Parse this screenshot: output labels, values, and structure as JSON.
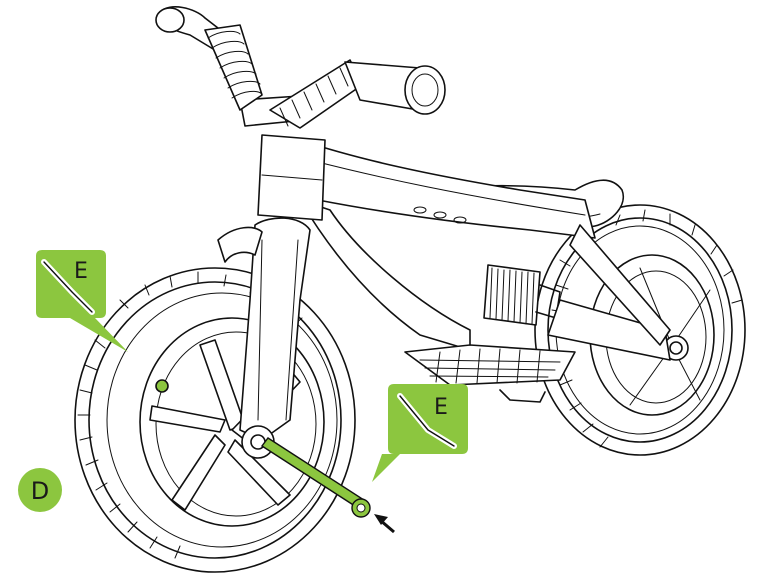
{
  "diagram": {
    "step_label": "D",
    "callouts": [
      {
        "id": "hex-key-front",
        "label": "E"
      },
      {
        "id": "hex-key-axle",
        "label": "E"
      }
    ],
    "accent_color": "#8cc63f",
    "line_color": "#111111",
    "icons": [
      "hex-key-icon",
      "insert-arrow-icon"
    ]
  }
}
